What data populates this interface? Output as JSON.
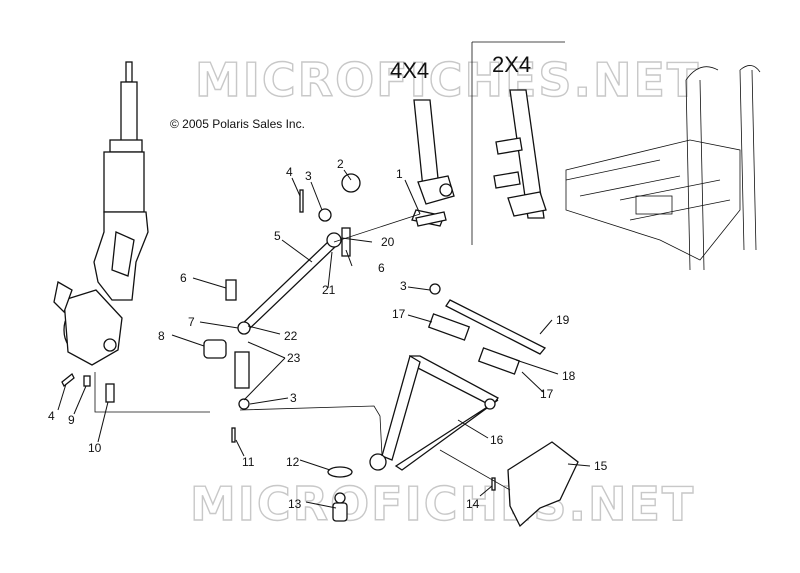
{
  "watermark": "MICROFICHES.NET",
  "copyright": "© 2005 Polaris Sales Inc.",
  "variant_4x4": "4X4",
  "variant_2x4": "2X4",
  "callouts": [
    "1",
    "2",
    "3",
    "3",
    "3",
    "4",
    "4",
    "5",
    "6",
    "6",
    "7",
    "8",
    "9",
    "10",
    "11",
    "12",
    "13",
    "14",
    "15",
    "16",
    "17",
    "17",
    "18",
    "19",
    "20",
    "21",
    "22",
    "23"
  ]
}
